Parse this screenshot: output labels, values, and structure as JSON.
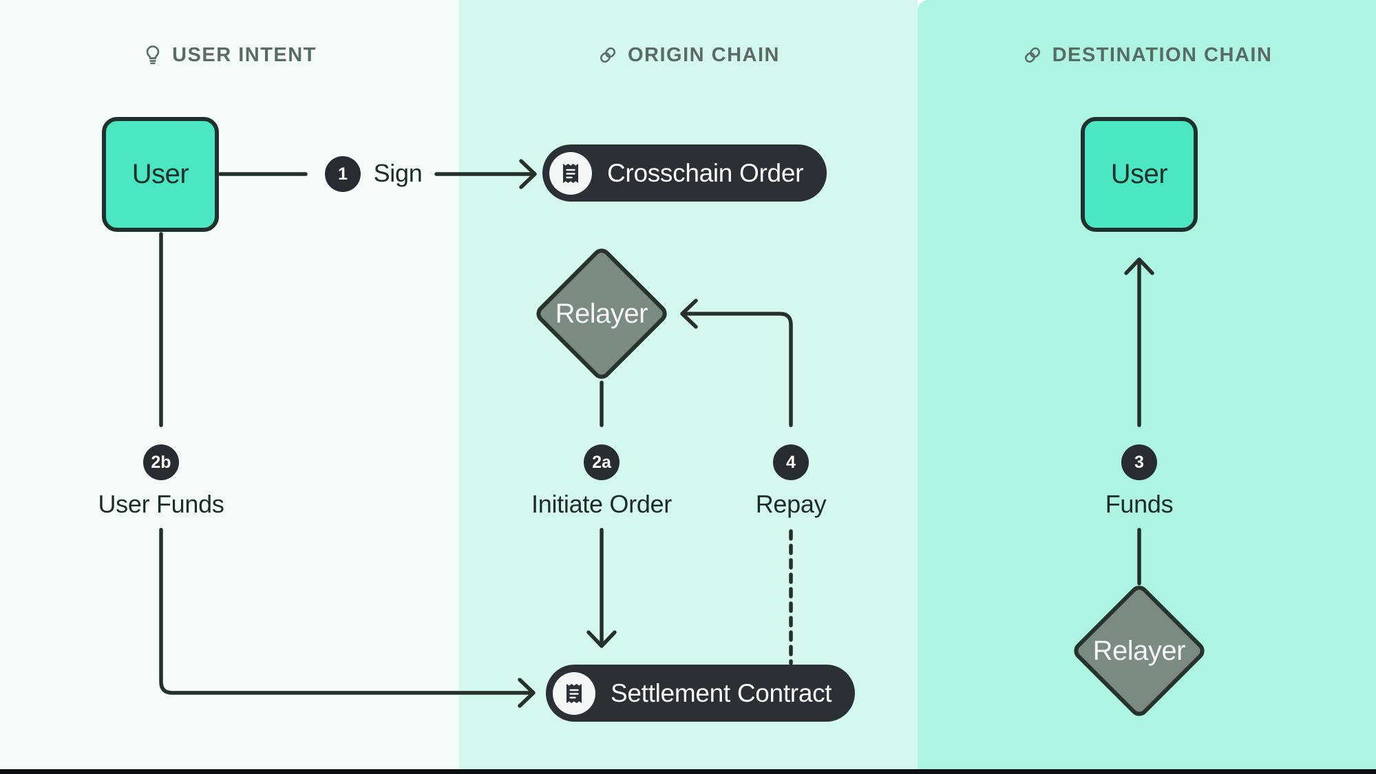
{
  "columns": {
    "user_intent": {
      "label": "USER INTENT",
      "icon": "lightbulb-icon"
    },
    "origin_chain": {
      "label": "ORIGIN CHAIN",
      "icon": "link-icon"
    },
    "destination_chain": {
      "label": "DESTINATION CHAIN",
      "icon": "link-icon"
    }
  },
  "nodes": {
    "user_left": {
      "label": "User"
    },
    "user_right": {
      "label": "User"
    },
    "relayer_origin": {
      "label": "Relayer"
    },
    "relayer_destination": {
      "label": "Relayer"
    },
    "crosschain_order": {
      "label": "Crosschain Order",
      "icon": "receipt-icon"
    },
    "settlement_contract": {
      "label": "Settlement Contract",
      "icon": "receipt-icon"
    }
  },
  "steps": {
    "sign": {
      "badge": "1",
      "label": "Sign"
    },
    "initiate_order": {
      "badge": "2a",
      "label": "Initiate Order"
    },
    "user_funds": {
      "badge": "2b",
      "label": "User Funds"
    },
    "funds": {
      "badge": "3",
      "label": "Funds"
    },
    "repay": {
      "badge": "4",
      "label": "Repay"
    }
  },
  "colors": {
    "panel_user_intent": "#F4FBF8",
    "panel_origin": "#D5F8EE",
    "panel_destination": "#ADF4E1",
    "entity_fill": "#4BE6C2",
    "diamond_fill": "#7A8B83",
    "pill_fill": "#2A3034",
    "badge_fill": "#262C30",
    "wire": "#25302B",
    "header_text": "#5A6B66"
  }
}
